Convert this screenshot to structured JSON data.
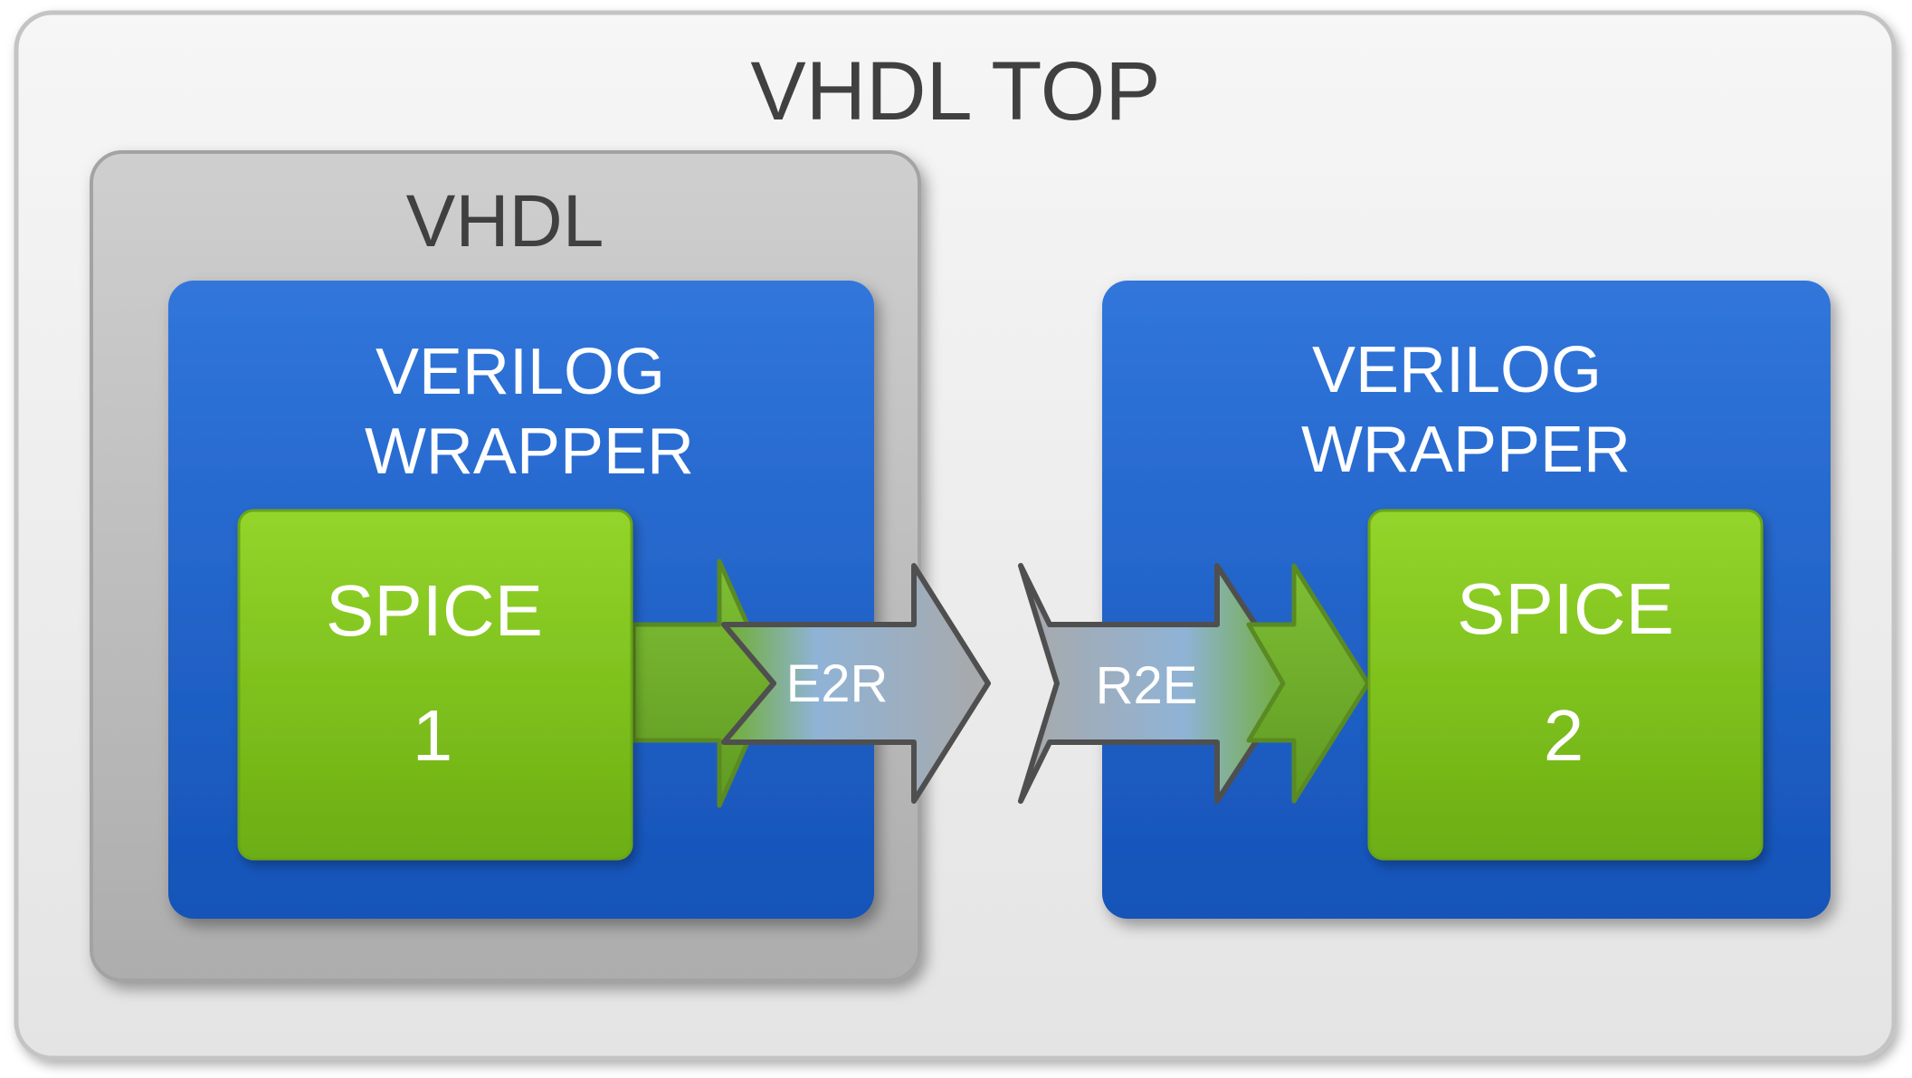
{
  "diagram": {
    "top": {
      "title": "VHDL TOP",
      "fill": "#ececec",
      "stroke": "#b8b8b8",
      "text_color": "#404040"
    },
    "vhdl": {
      "title": "VHDL",
      "fill": "#bcbcbc",
      "stroke": "#9a9a9a",
      "text_color": "#404040"
    },
    "wrapper_left": {
      "line1": "VERILOG",
      "line2": "WRAPPER",
      "fill": "#1f62c8",
      "text_color": "#ffffff"
    },
    "wrapper_right": {
      "line1": "VERILOG",
      "line2": "WRAPPER",
      "fill": "#1f62c8",
      "text_color": "#ffffff"
    },
    "spice_left": {
      "label": "SPICE",
      "number": "1",
      "fill": "#7cc31c",
      "text_color": "#ffffff"
    },
    "spice_right": {
      "label": "SPICE",
      "number": "2",
      "fill": "#7cc31c",
      "text_color": "#ffffff"
    },
    "connectors": {
      "e2r_label": "E2R",
      "r2e_label": "R2E",
      "green": "#6aa82a",
      "gray": "#a8a8a8",
      "outline": "#555555"
    }
  }
}
